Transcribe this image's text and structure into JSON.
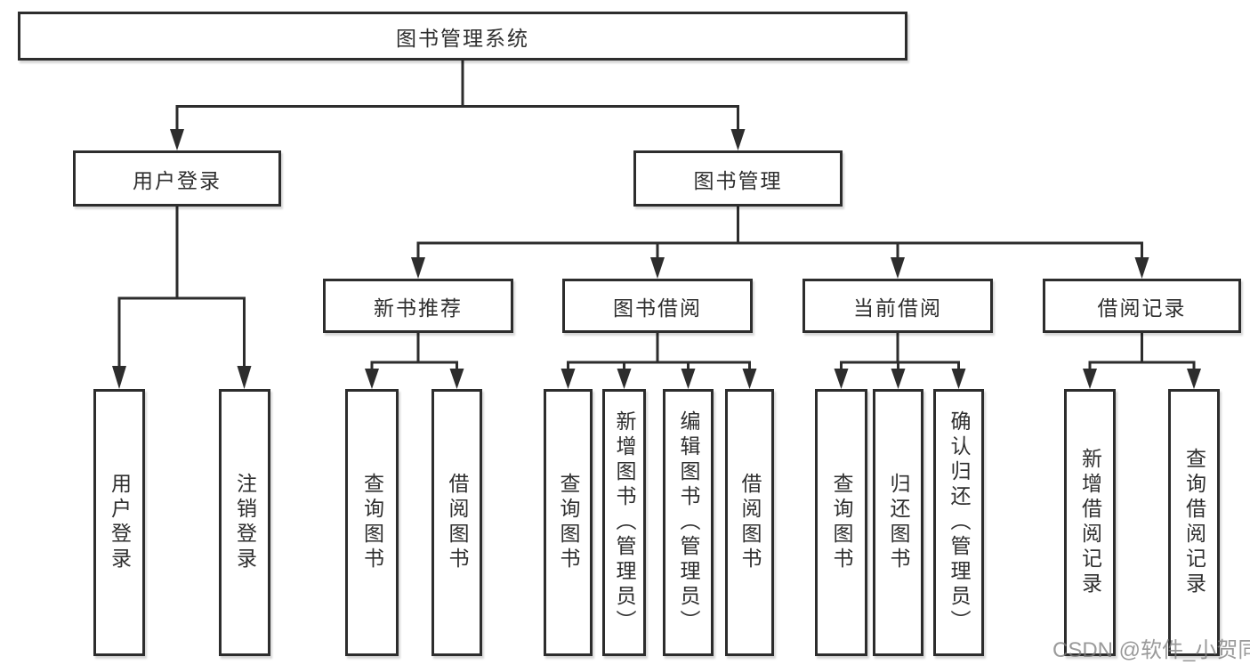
{
  "tree": {
    "root": "图书管理系统",
    "login": {
      "label": "用户登录",
      "children": [
        "用户登录",
        "注销登录"
      ]
    },
    "management": {
      "label": "图书管理"
    },
    "sections": [
      {
        "label": "新书推荐",
        "children": [
          "查询图书",
          "借阅图书"
        ]
      },
      {
        "label": "图书借阅",
        "children": [
          "查询图书",
          "新增图书（管理员）",
          "编辑图书（管理员）",
          "借阅图书"
        ]
      },
      {
        "label": "当前借阅",
        "children": [
          "查询图书",
          "归还图书",
          "确认归还（管理员）"
        ]
      },
      {
        "label": "借阅记录",
        "children": [
          "新增借阅记录",
          "查询借阅记录"
        ]
      }
    ]
  },
  "watermark": {
    "text": "CSDN @软件_小贺同学"
  },
  "colors": {
    "line": "#2d2d2d",
    "text": "#2f2f2f",
    "box_background": "#ffffff",
    "watermark": "#9b9b9b"
  }
}
